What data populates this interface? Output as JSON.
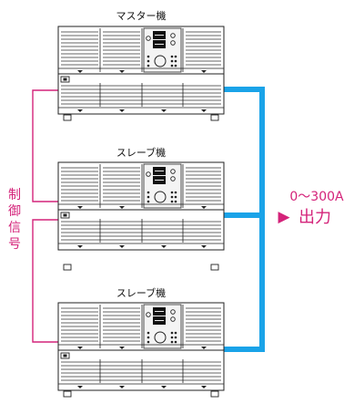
{
  "units": [
    {
      "id": "master",
      "label": "マスター機"
    },
    {
      "id": "slave1",
      "label": "スレーブ機"
    },
    {
      "id": "slave2",
      "label": "スレーブ機"
    }
  ],
  "control_signal_label": [
    "制",
    "御",
    "信",
    "号"
  ],
  "output": {
    "range_label": "0〜300A",
    "output_label": "出力",
    "arrow_glyph": "▶"
  },
  "colors": {
    "control_line": "#d4237a",
    "output_bus": "#1aa3e8",
    "output_text": "#d4237a",
    "unit_stroke": "#222222",
    "display_bg": "#111111"
  }
}
